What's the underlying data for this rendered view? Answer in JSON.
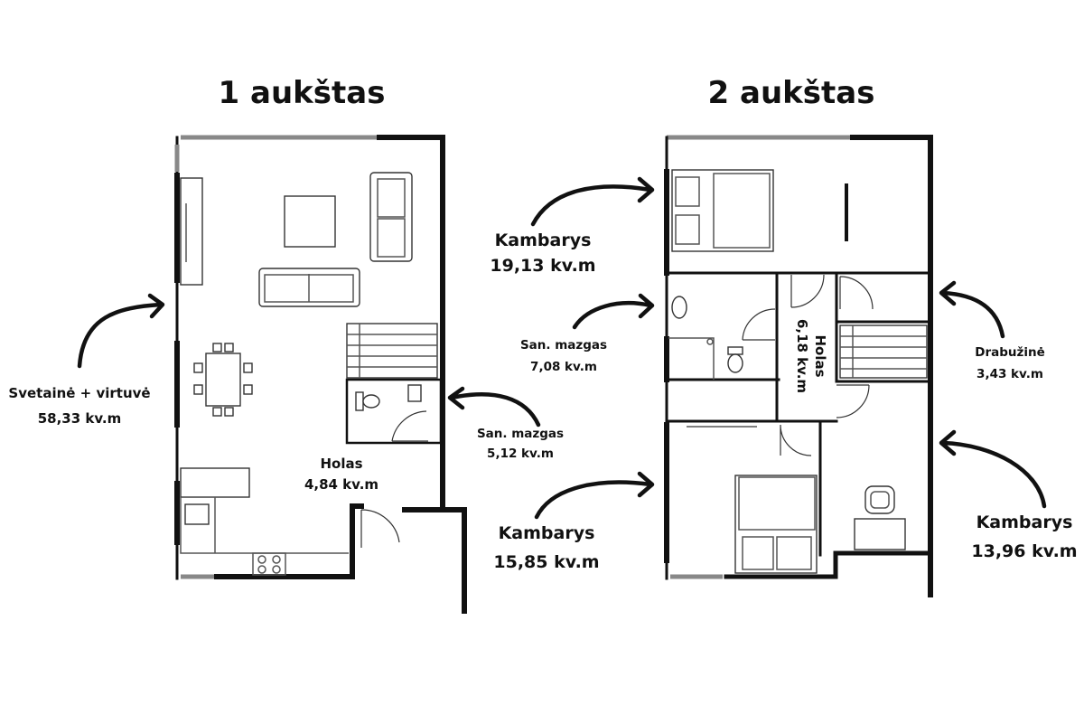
{
  "floors": [
    {
      "title": "1 aukštas"
    },
    {
      "title": "2 aukštas"
    }
  ],
  "rooms": {
    "living": {
      "name": "Svetainė + virtuvė",
      "area": "58,33 kv.m"
    },
    "hall1": {
      "name": "Holas",
      "area": "4,84 kv.m"
    },
    "bath1": {
      "name": "San. mazgas",
      "area": "5,12 kv.m"
    },
    "room19": {
      "name": "Kambarys",
      "area": "19,13 kv.m"
    },
    "bath2": {
      "name": "San. mazgas",
      "area": "7,08 kv.m"
    },
    "hall2": {
      "name": "Holas",
      "area": "6,18 kv.m"
    },
    "wardrobe": {
      "name": "Drabužinė",
      "area": "3,43 kv.m"
    },
    "room15": {
      "name": "Kambarys",
      "area": "15,85 kv.m"
    },
    "room13": {
      "name": "Kambarys",
      "area": "13,96 kv.m"
    }
  }
}
